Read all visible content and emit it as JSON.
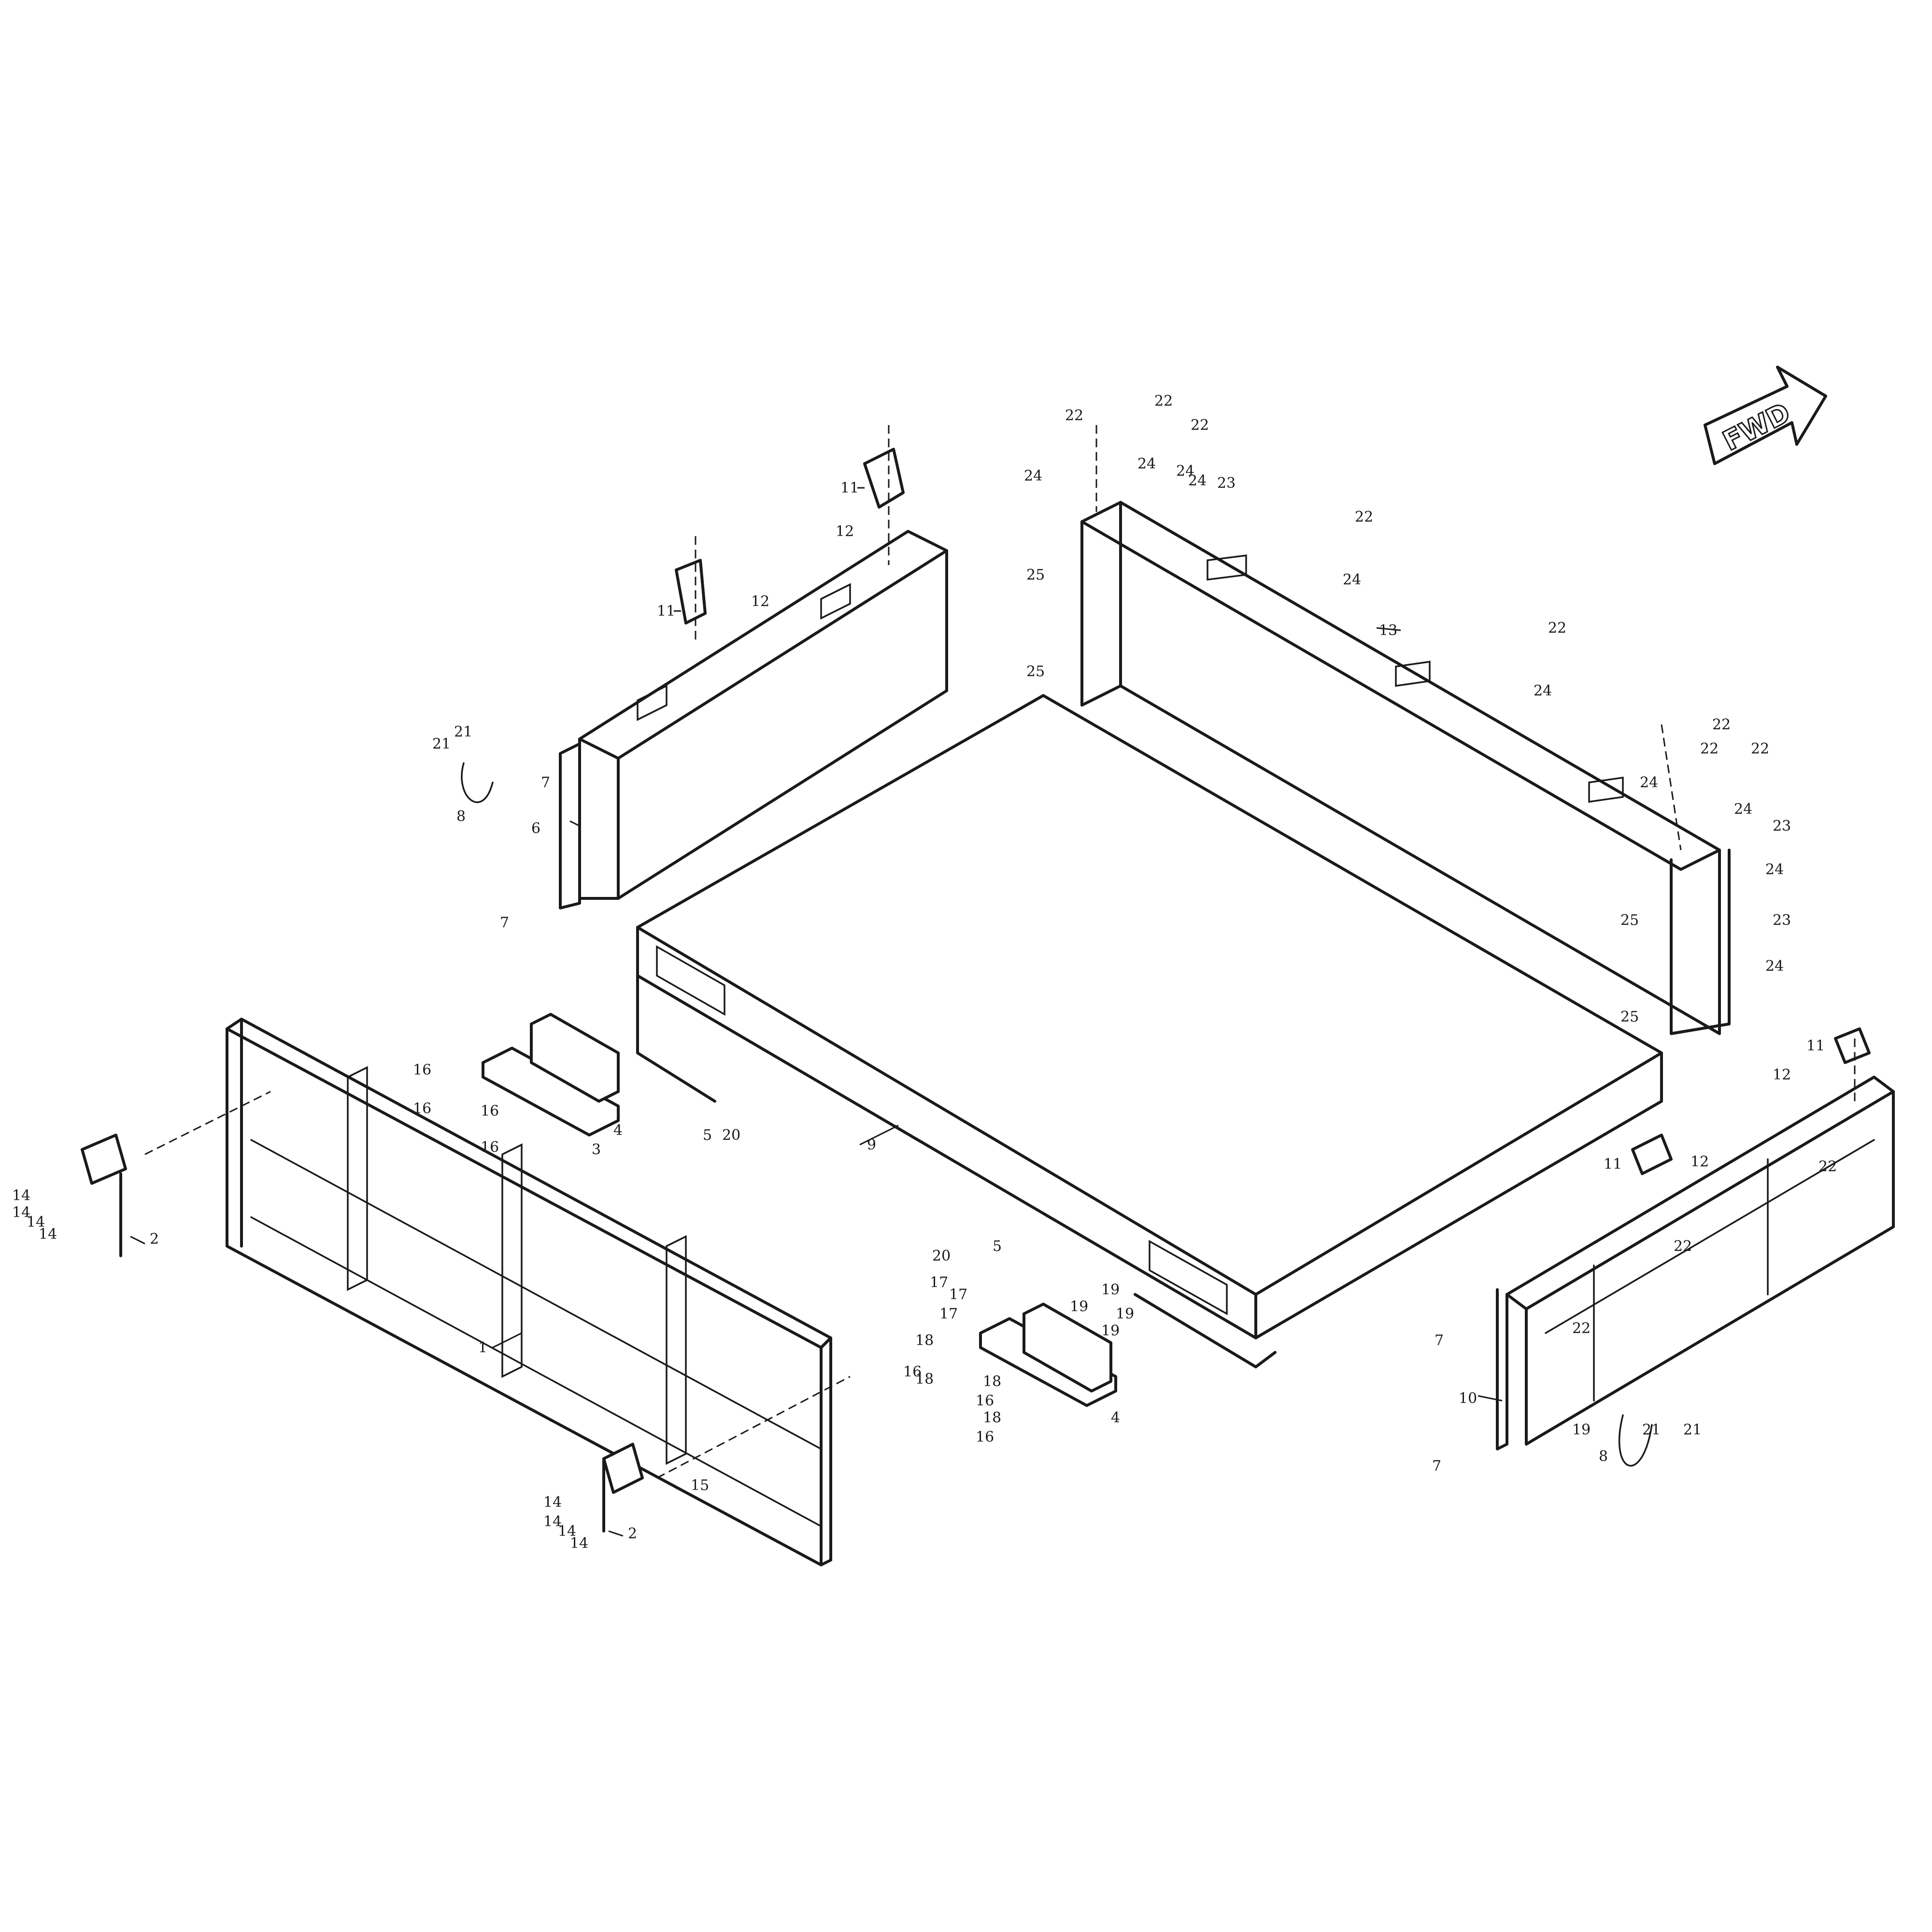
{
  "diagram": {
    "direction_arrow_label": "FWD",
    "callouts": [
      "1",
      "2",
      "2",
      "3",
      "4",
      "4",
      "5",
      "5",
      "6",
      "7",
      "7",
      "7",
      "7",
      "8",
      "8",
      "9",
      "10",
      "11",
      "11",
      "11",
      "11",
      "12",
      "12",
      "12",
      "12",
      "13",
      "14",
      "14",
      "14",
      "14",
      "14",
      "14",
      "14",
      "14",
      "15",
      "16",
      "16",
      "16",
      "16",
      "16",
      "16",
      "16",
      "17",
      "17",
      "17",
      "18",
      "18",
      "18",
      "18",
      "19",
      "19",
      "19",
      "19",
      "19",
      "20",
      "20",
      "21",
      "21",
      "21",
      "21",
      "22",
      "22",
      "22",
      "22",
      "22",
      "22",
      "22",
      "22",
      "22",
      "22",
      "22",
      "23",
      "23",
      "23",
      "24",
      "24",
      "24",
      "24",
      "24",
      "24",
      "24",
      "24",
      "24",
      "24",
      "25",
      "25",
      "25",
      "25"
    ]
  }
}
